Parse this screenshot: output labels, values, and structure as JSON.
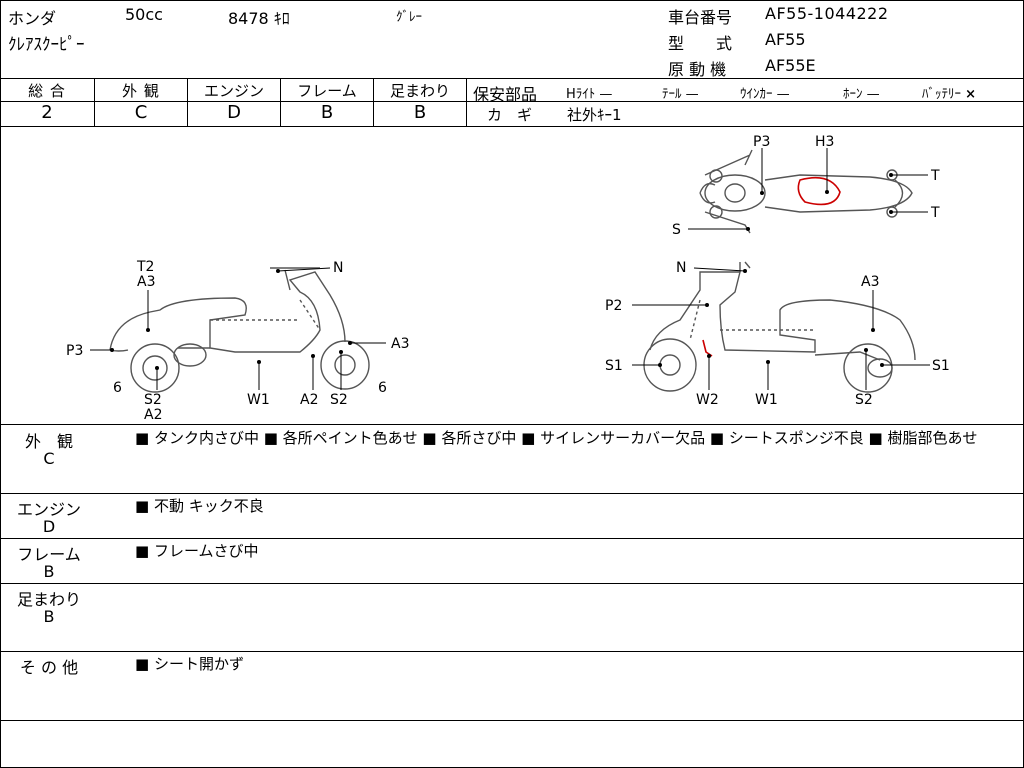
{
  "header": {
    "maker": "ホンダ",
    "displacement": "50cc",
    "mileage": "8478 ｷﾛ",
    "color": "ｸﾞﾚｰ",
    "model_name": "ｸﾚｱｽｸｰﾋﾟｰ",
    "frame_no_label": "車台番号",
    "frame_no_value": "AF55-1044222",
    "type_label": "型　　式",
    "type_value": "AF55",
    "engine_label": "原 動 機",
    "engine_value": "AF55E"
  },
  "grades": [
    {
      "label": "総 合",
      "value": "2"
    },
    {
      "label": "外 観",
      "value": "C"
    },
    {
      "label": "エンジン",
      "value": "D"
    },
    {
      "label": "フレーム",
      "value": "B"
    },
    {
      "label": "足まわり",
      "value": "B"
    }
  ],
  "safety": {
    "label": "保安部品",
    "items": [
      {
        "name": "Hﾗｲﾄ",
        "mark": "—"
      },
      {
        "name": "ﾃｰﾙ",
        "mark": "—"
      },
      {
        "name": "ｳｲﾝｶｰ",
        "mark": "—"
      },
      {
        "name": "ﾎｰﾝ",
        "mark": "—"
      },
      {
        "name": "ﾊﾞｯﾃﾘｰ",
        "mark": "×"
      }
    ],
    "key_label": "カ　ギ",
    "key_value": "社外ｷｰ1"
  },
  "diagram_labels": {
    "top_p3": "P3",
    "top_h3": "H3",
    "top_t1": "T",
    "top_t2": "T",
    "top_s": "S",
    "l_t2": "T2",
    "l_a3_top": "A3",
    "l_n": "N",
    "l_a3_right": "A3",
    "l_p3": "P3",
    "l_6_left": "6",
    "l_s2_left": "S2",
    "l_a2_left": "A2",
    "l_w1": "W1",
    "l_a2_mid": "A2",
    "l_s2_mid": "S2",
    "l_6_right": "6",
    "r_n": "N",
    "r_a3": "A3",
    "r_p2": "P2",
    "r_s1_left": "S1",
    "r_s1_right": "S1",
    "r_w2": "W2",
    "r_w1": "W1",
    "r_s2": "S2"
  },
  "sections": [
    {
      "label": "外　観",
      "grade": "C",
      "text": "■ タンク内さび中 ■ 各所ペイント色あせ ■ 各所さび中 ■ サイレンサーカバー欠品 ■ シートスポンジ不良 ■ 樹脂部色あせ"
    },
    {
      "label": "エンジン",
      "grade": "D",
      "text": "■ 不動 キック不良"
    },
    {
      "label": "フレーム",
      "grade": "B",
      "text": "■ フレームさび中"
    },
    {
      "label": "足まわり",
      "grade": "B",
      "text": ""
    },
    {
      "label": "そ の 他",
      "grade": "",
      "text": "■ シート開かず"
    }
  ]
}
